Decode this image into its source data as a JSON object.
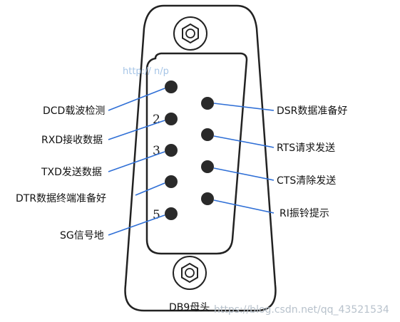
{
  "title": "DB9母头",
  "watermark": "https://blog.csdn.net/qq_43521534",
  "watermark_top": "http://                   n/p",
  "pins_left": [
    {
      "label": "DCD载波检测",
      "number": ""
    },
    {
      "label": "RXD接收数据",
      "number": "2"
    },
    {
      "label": "TXD发送数据",
      "number": "3"
    },
    {
      "label": "DTR数据终端准备好",
      "number": ""
    },
    {
      "label": "SG信号地",
      "number": "5"
    }
  ],
  "pins_right": [
    {
      "label": "DSR数据准备好"
    },
    {
      "label": "RTS请求发送"
    },
    {
      "label": "CTS清除发送"
    },
    {
      "label": "RI振铃提示"
    }
  ],
  "colors": {
    "leader_line": "#2f6fd6",
    "pin": "#2a2a2a",
    "outline": "#222222",
    "watermark": "#b8c2cc"
  }
}
